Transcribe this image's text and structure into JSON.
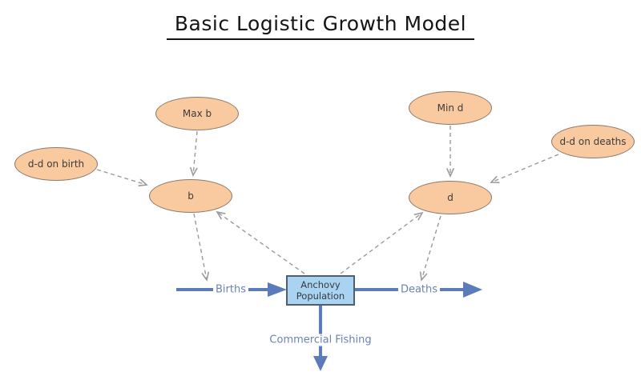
{
  "title": "Basic Logistic Growth Model",
  "diagram": {
    "converters": [
      {
        "id": "dd-on-birth",
        "label": "d-d on birth"
      },
      {
        "id": "max-b",
        "label": "Max b"
      },
      {
        "id": "b",
        "label": "b"
      },
      {
        "id": "min-d",
        "label": "Min d"
      },
      {
        "id": "dd-on-deaths",
        "label": "d-d on deaths"
      },
      {
        "id": "d",
        "label": "d"
      }
    ],
    "stock": {
      "label_line1": "Anchovy",
      "label_line2": "Population"
    },
    "flows": [
      {
        "id": "births",
        "label": "Births",
        "direction": "into-stock"
      },
      {
        "id": "deaths",
        "label": "Deaths",
        "direction": "out-of-stock"
      },
      {
        "id": "commercial-fishing",
        "label": "Commercial Fishing",
        "direction": "out-of-stock"
      }
    ],
    "connectors": [
      {
        "from": "d-d on birth",
        "to": "b"
      },
      {
        "from": "Max b",
        "to": "b"
      },
      {
        "from": "Anchovy Population",
        "to": "b"
      },
      {
        "from": "b",
        "to": "Births"
      },
      {
        "from": "Min d",
        "to": "d"
      },
      {
        "from": "d-d on deaths",
        "to": "d"
      },
      {
        "from": "Anchovy Population",
        "to": "d"
      },
      {
        "from": "d",
        "to": "Deaths"
      }
    ],
    "colors": {
      "background": "#ffffff",
      "converter-fill": "#f9c9a0",
      "converter-border": "#8a7a6a",
      "stock-fill": "#aad3f2",
      "stock-border": "#515f6d",
      "flow-blue": "#5b7cb8",
      "flow-label": "#6b82b4",
      "connector-gray": "#9a9a9a",
      "title-color": "#151515"
    }
  }
}
